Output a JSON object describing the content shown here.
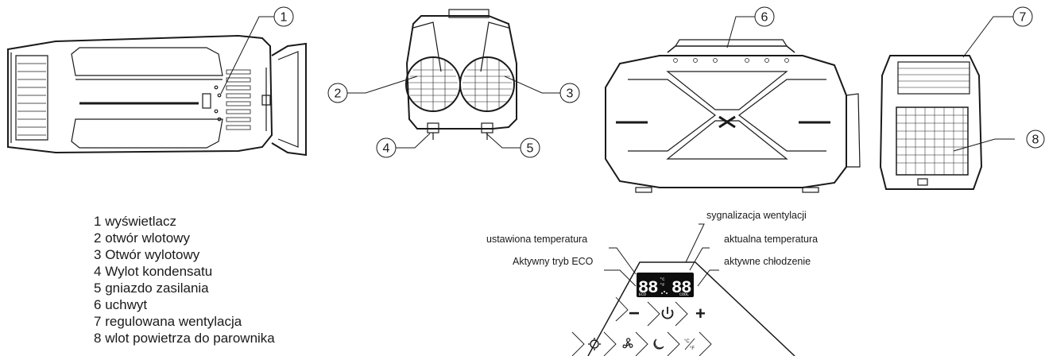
{
  "callout_numbers": [
    "1",
    "2",
    "3",
    "4",
    "5",
    "6",
    "7",
    "8"
  ],
  "legend": [
    {
      "num": "1",
      "text": "wyświetlacz"
    },
    {
      "num": "2",
      "text": "otwór wlotowy"
    },
    {
      "num": "3",
      "text": "Otwór wylotowy"
    },
    {
      "num": "4",
      "text": "Wylot kondensatu"
    },
    {
      "num": "5",
      "text": "gniazdo zasilania"
    },
    {
      "num": "6",
      "text": "uchwyt"
    },
    {
      "num": "7",
      "text": "regulowana wentylacja"
    },
    {
      "num": "8",
      "text": "wlot powietrza do parownika"
    }
  ],
  "panel_labels": {
    "ventilation_signal": "sygnalizacja wentylacji",
    "set_temperature": "ustawiona temperatura",
    "current_temperature": "aktualna temperatura",
    "eco_mode": "Aktywny tryb ECO",
    "cooling_active": "aktywne chłodzenie"
  },
  "display": {
    "left_digits": "88",
    "right_digits": "88",
    "eco_text": "ECO",
    "cool_text": "COOL",
    "celsius": "°C",
    "fahrenheit": "°F"
  },
  "buttons": {
    "minus": "−",
    "plus": "+"
  },
  "icons": [
    "minus-icon",
    "power-icon",
    "plus-icon",
    "mode-icon",
    "fan-icon",
    "sleep-icon",
    "temperature-unit-icon"
  ]
}
